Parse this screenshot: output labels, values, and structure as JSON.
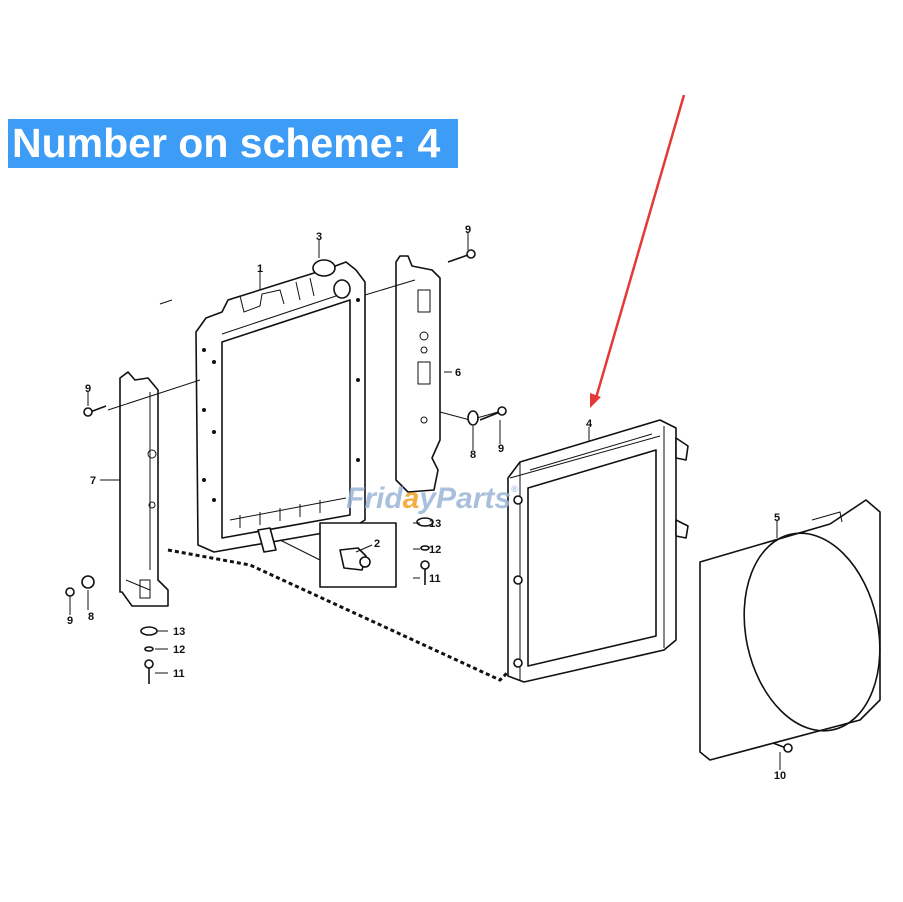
{
  "banner": {
    "text": "Number on scheme: 4",
    "background_color": "#3d9cf5"
  },
  "watermark": {
    "text": "FridayParts",
    "text_left": "Frid",
    "text_accent": "a",
    "text_right": "yParts",
    "reg": "®",
    "color": "#9bb6d6",
    "accent_color": "#f0a020"
  },
  "highlight_arrow": {
    "color": "#e53935",
    "points_to": "4"
  },
  "callouts": {
    "radiator": "1",
    "sensor": "2",
    "cap": "3",
    "cooler": "4",
    "fan_shroud": "5",
    "right_bracket": "6",
    "left_bracket": "7",
    "washer_right": "8",
    "washer_left": "8",
    "bolt_top_right": "9",
    "bolt_left": "9",
    "bolt_mid_right": "9",
    "bolt_bottom_left": "9",
    "bolt_shroud": "10",
    "bolt_right_lower": "11",
    "bolt_left_lower": "11",
    "washer12_right": "12",
    "washer12_left": "12",
    "washer13_right": "13",
    "washer13_left": "13"
  }
}
